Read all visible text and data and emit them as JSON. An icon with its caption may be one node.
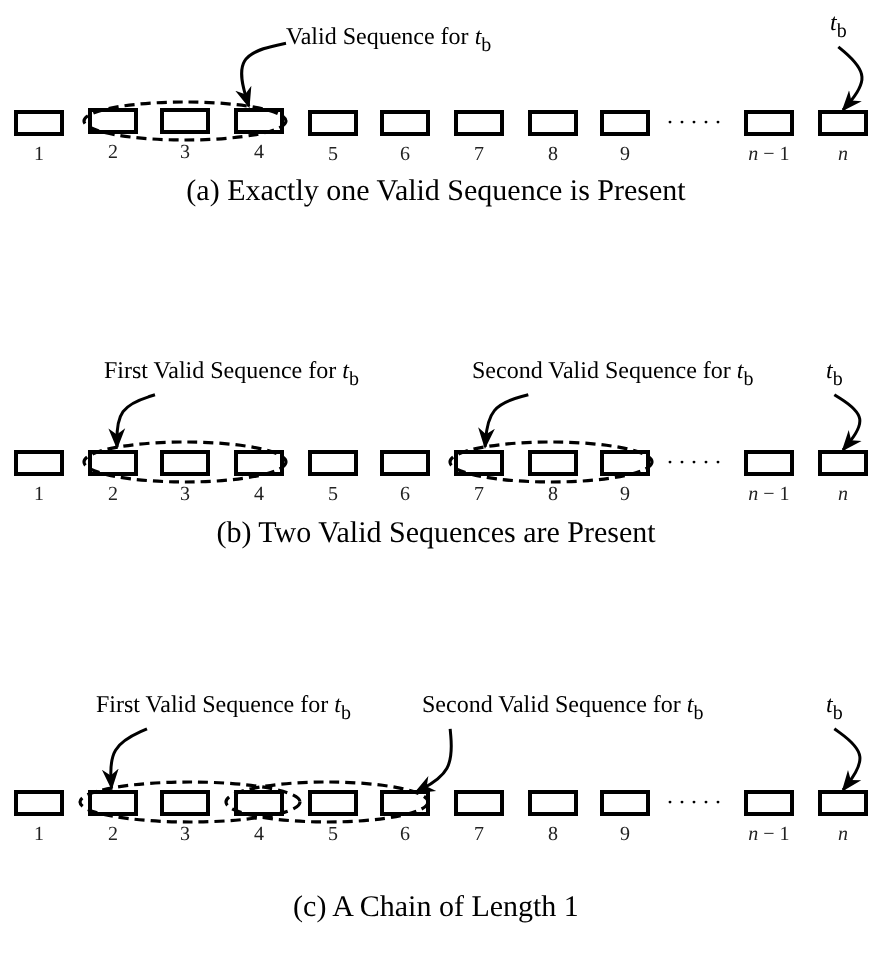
{
  "diagram": {
    "nodes": [
      {
        "text": [
          "Valid Sequence for *t*$_{b}$"
        ]
      },
      {
        "text": [
          "*t*$_{b}$"
        ]
      },
      {
        "text": [],
        "shape": "ellipse"
      },
      {
        "text": [],
        "shape": "box",
        "beside": [
          "1"
        ]
      },
      {
        "text": [],
        "shape": "box",
        "beside": [
          "2"
        ],
        "in": 2
      },
      {
        "text": [],
        "shape": "box",
        "beside": [
          "3"
        ],
        "in": 2
      },
      {
        "text": [],
        "shape": "box",
        "beside": [
          "4"
        ],
        "in": 2
      },
      {
        "text": [],
        "shape": "box",
        "beside": [
          "5"
        ]
      },
      {
        "text": [],
        "shape": "box",
        "beside": [
          "6"
        ]
      },
      {
        "text": [],
        "shape": "box",
        "beside": [
          "7"
        ]
      },
      {
        "text": [],
        "shape": "box",
        "beside": [
          "8"
        ]
      },
      {
        "text": [],
        "shape": "box",
        "beside": [
          "9"
        ]
      },
      {
        "text": [],
        "shape": "box",
        "beside": [
          "*n* − 1"
        ]
      },
      {
        "text": [],
        "shape": "box",
        "beside": [
          "*n*"
        ]
      },
      {
        "text": [
          "First Valid Sequence for *t*$_{b}$"
        ]
      },
      {
        "text": [
          "Second Valid Sequence for *t*$_{b}$"
        ]
      },
      {
        "text": [
          "*t*$_{b}$"
        ]
      },
      {
        "text": [],
        "shape": "ellipse"
      },
      {
        "text": [],
        "shape": "ellipse"
      },
      {
        "text": [],
        "shape": "box",
        "beside": [
          "1"
        ]
      },
      {
        "text": [],
        "shape": "box",
        "beside": [
          "2"
        ],
        "in": 17
      },
      {
        "text": [],
        "shape": "box",
        "beside": [
          "3"
        ],
        "in": 17
      },
      {
        "text": [],
        "shape": "box",
        "beside": [
          "4"
        ],
        "in": 17
      },
      {
        "text": [],
        "shape": "box",
        "beside": [
          "5"
        ]
      },
      {
        "text": [],
        "shape": "box",
        "beside": [
          "6"
        ]
      },
      {
        "text": [],
        "shape": "box",
        "beside": [
          "7"
        ],
        "in": 18
      },
      {
        "text": [],
        "shape": "box",
        "beside": [
          "8"
        ],
        "in": 18
      },
      {
        "text": [],
        "shape": "box",
        "beside": [
          "9"
        ],
        "in": 18
      },
      {
        "text": [],
        "shape": "box",
        "beside": [
          "*n* − 1"
        ]
      },
      {
        "text": [],
        "shape": "box",
        "beside": [
          "*n*"
        ]
      },
      {
        "text": [
          "First Valid Sequence for *t*$_{b}$"
        ]
      },
      {
        "text": [
          "Second Valid Sequence for *t*$_{b}$"
        ]
      },
      {
        "text": [
          "*t*$_{b}$"
        ]
      },
      {
        "text": [],
        "shape": "ellipse"
      },
      {
        "text": [],
        "shape": "ellipse"
      },
      {
        "text": [],
        "shape": "box",
        "beside": [
          "1"
        ]
      },
      {
        "text": [],
        "shape": "box",
        "beside": [
          "2"
        ],
        "in": 33
      },
      {
        "text": [],
        "shape": "box",
        "beside": [
          "3"
        ],
        "in": 33
      },
      {
        "text": [],
        "shape": "box",
        "beside": [
          "4"
        ]
      },
      {
        "text": [],
        "shape": "box",
        "beside": [
          "5"
        ],
        "in": 34
      },
      {
        "text": [],
        "shape": "box",
        "beside": [
          "6"
        ],
        "in": 34
      },
      {
        "text": [],
        "shape": "box",
        "beside": [
          "7"
        ]
      },
      {
        "text": [],
        "shape": "box",
        "beside": [
          "8"
        ]
      },
      {
        "text": [],
        "shape": "box",
        "beside": [
          "9"
        ]
      },
      {
        "text": [],
        "shape": "box",
        "beside": [
          "*n* − 1"
        ]
      },
      {
        "text": [],
        "shape": "box",
        "beside": [
          "*n*"
        ]
      }
    ],
    "edges": [
      {
        "from": 0,
        "to": 2,
        "arrow": "to"
      },
      {
        "from": 1,
        "to": 13,
        "arrow": "to"
      },
      {
        "from": 14,
        "to": 17,
        "arrow": "to"
      },
      {
        "from": 15,
        "to": 18,
        "arrow": "to"
      },
      {
        "from": 16,
        "to": 29,
        "arrow": "to"
      },
      {
        "from": 30,
        "to": 33,
        "arrow": "to"
      },
      {
        "from": 31,
        "to": 34,
        "arrow": "to"
      },
      {
        "from": 32,
        "to": 45,
        "arrow": "to"
      }
    ],
    "labels": [
      "·····",
      "(a) Exactly one Valid Sequence is Present",
      "·····",
      "(b) Two Valid Sequences are Present",
      "·····",
      "(c) A Chain of Length 1"
    ]
  }
}
